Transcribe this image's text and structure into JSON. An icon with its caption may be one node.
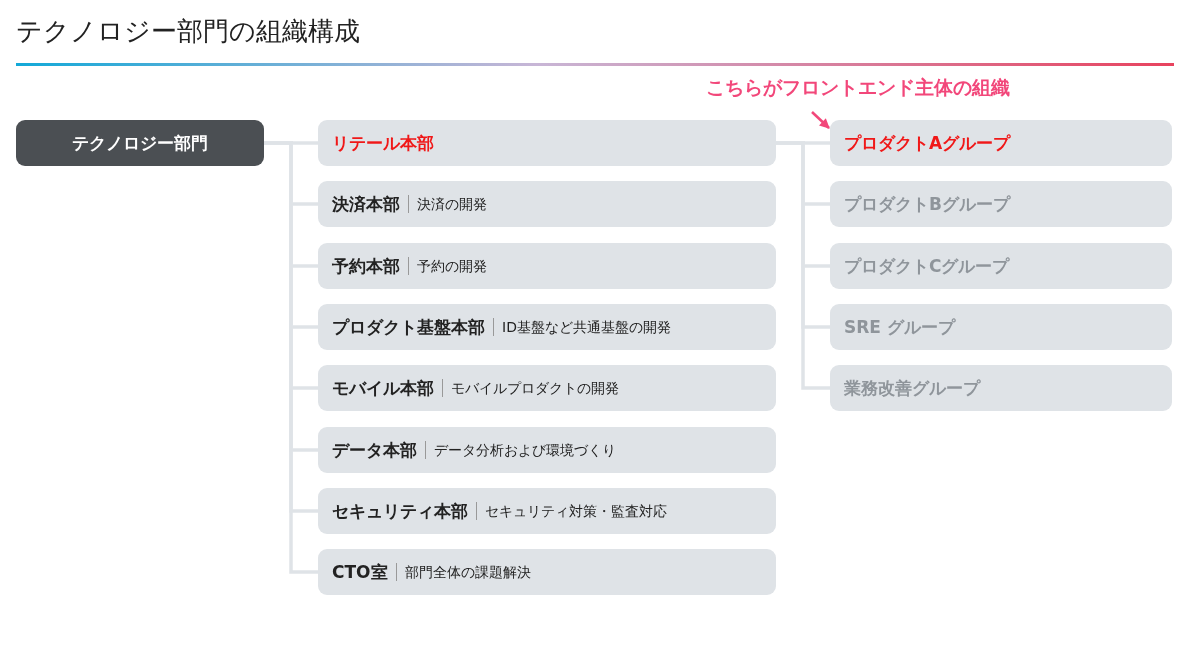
{
  "diagram": {
    "title": "テクノロジー部門の組織構成",
    "nodes": [
      {
        "text": [
          "テクノロジー部門"
        ]
      },
      {
        "text": [
          "リテール本部"
        ]
      },
      {
        "text": [
          "決済本部",
          "決済の開発"
        ]
      },
      {
        "text": [
          "予約本部",
          "予約の開発"
        ]
      },
      {
        "text": [
          "プロダクト基盤本部",
          "ID基盤など共通基盤の開発"
        ]
      },
      {
        "text": [
          "モバイル本部",
          "モバイルプロダクトの開発"
        ]
      },
      {
        "text": [
          "データ本部",
          "データ分析および環境づくり"
        ]
      },
      {
        "text": [
          "セキュリティ本部",
          "セキュリティ対策・監査対応"
        ]
      },
      {
        "text": [
          "CTO室",
          "部門全体の課題解決"
        ]
      },
      {
        "text": [
          "プロダクトAグループ"
        ]
      },
      {
        "text": [
          "プロダクトBグループ"
        ]
      },
      {
        "text": [
          "プロダクトCグループ"
        ]
      },
      {
        "text": [
          "SRE グループ"
        ]
      },
      {
        "text": [
          "業務改善グループ"
        ]
      },
      {
        "text": [
          "こちらがフロントエンド主体の組織"
        ]
      }
    ],
    "edges": [
      {
        "from": 0,
        "to": 1,
        "arrow": "none"
      },
      {
        "from": 0,
        "to": 2,
        "arrow": "none"
      },
      {
        "from": 0,
        "to": 3,
        "arrow": "none"
      },
      {
        "from": 0,
        "to": 4,
        "arrow": "none"
      },
      {
        "from": 0,
        "to": 5,
        "arrow": "none"
      },
      {
        "from": 0,
        "to": 6,
        "arrow": "none"
      },
      {
        "from": 0,
        "to": 7,
        "arrow": "none"
      },
      {
        "from": 0,
        "to": 8,
        "arrow": "none"
      },
      {
        "from": 1,
        "to": 9,
        "arrow": "none"
      },
      {
        "from": 1,
        "to": 10,
        "arrow": "none"
      },
      {
        "from": 1,
        "to": 11,
        "arrow": "none"
      },
      {
        "from": 1,
        "to": 12,
        "arrow": "none"
      },
      {
        "from": 1,
        "to": 13,
        "arrow": "none"
      },
      {
        "from": 14,
        "to": 9,
        "arrow": "to",
        "color": "#f2477a"
      }
    ]
  }
}
